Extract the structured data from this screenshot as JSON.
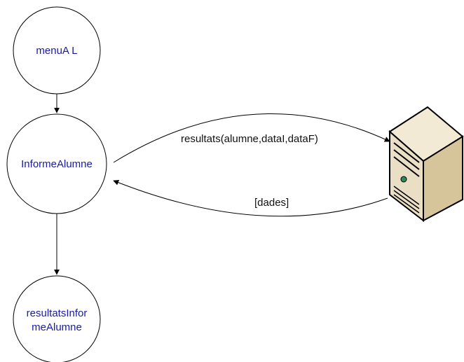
{
  "nodes": {
    "menu": {
      "label": "menuA L"
    },
    "informe": {
      "label": "InformeAlumne"
    },
    "resultats": {
      "line1": "resultatsInfor",
      "line2": "meAlumne"
    }
  },
  "messages": {
    "request": "resultats(alumne,dataI,dataF)",
    "response": "[dades]"
  },
  "server": {
    "icon": "server-icon"
  },
  "colors": {
    "node_text": "#1a1aa6",
    "stroke": "#000000",
    "server_body": "#e8dcc0",
    "server_side": "#d9c9a3",
    "led": "#2e8b57"
  }
}
